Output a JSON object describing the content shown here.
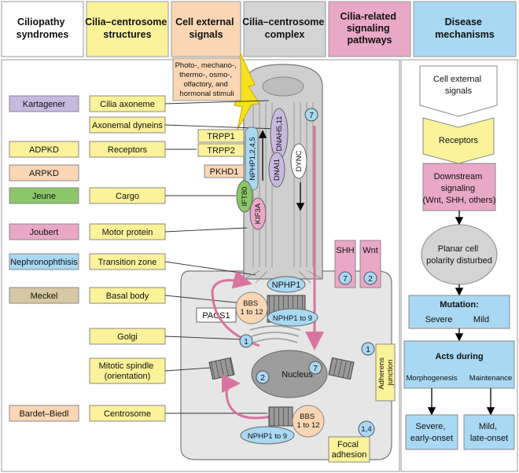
{
  "headers": {
    "ciliopathy_syndromes": [
      "Ciliopathy",
      "syndromes"
    ],
    "cilia_centrosome_structures": [
      "Cilia–centrosome",
      "structures"
    ],
    "cell_external_signals": [
      "Cell external",
      "signals"
    ],
    "cilia_centrosome_complex": [
      "Cilia–centrosome",
      "complex"
    ],
    "cilia_related_signaling_pathways": [
      "Cilia-related",
      "signaling",
      "pathways"
    ],
    "disease_mechanisms": [
      "Disease",
      "mechanisms"
    ]
  },
  "syndromes": [
    "Kartagener",
    "ADPKD",
    "ARPKD",
    "Jeune",
    "Joubert",
    "Nephronophthisis",
    "Meckel",
    "Bardet–Biedl"
  ],
  "structures": [
    "Cilia axoneme",
    "Axonemal dyneins",
    "Receptors",
    "Cargo",
    "Motor protein",
    "Transition zone",
    "Basal body",
    "Golgi",
    "Mitotic spindle",
    "(orientation)",
    "Centrosome"
  ],
  "stimuli_box": [
    "Photo-, mechano-,",
    "thermo-, osmo-,",
    "olfactory, and",
    "hormonal stimuli"
  ],
  "proteins": {
    "trpp1": "TRPP1",
    "trpp2": "TRPP2",
    "pkhd1": "PKHD1",
    "nphp_2_4_5": "NPHP1,2,4,5",
    "dnah5_11": "DNAH5,11",
    "dnai1": "DNAI1",
    "dync": "DYNC",
    "ift80": "IFT80",
    "kif3a": "KIF3A",
    "nphp1": "NPHP1",
    "bbs": [
      "BBS",
      "1 to 12"
    ],
    "pacs1": "PACS1",
    "nphp1_to_9": "NPHP1 to 9",
    "nucleus": "Nucleus"
  },
  "pathways": {
    "shh": "SHH",
    "wnt": "Wnt"
  },
  "junctions": {
    "adherens": [
      "Adherens",
      "junction"
    ],
    "focal": [
      "Focal",
      "adhesion"
    ]
  },
  "numbers": {
    "seven": "7",
    "two": "2",
    "one": "1",
    "one_four": "1,4"
  },
  "mechanisms": {
    "cell_external_signals": [
      "Cell external",
      "signals"
    ],
    "receptors": "Receptors",
    "downstream": [
      "Downstream",
      "signaling",
      "(Wnt, SHH, others)"
    ],
    "planar": [
      "Planar cell",
      "polarity disturbed"
    ],
    "mutation_title": "Mutation:",
    "mutation_severe": "Severe",
    "mutation_mild": "Mild",
    "acts_title": "Acts during",
    "acts_morpho": "Morphogenesis",
    "acts_maint": "Maintenance",
    "out_severe": [
      "Severe,",
      "early-onset"
    ],
    "out_mild": [
      "Mild,",
      "late-onset"
    ]
  },
  "colors": {
    "yellow": "#fbf29a",
    "orange": "#fbd6b4",
    "gray": "#d4d4d4",
    "pink": "#e9a8c8",
    "blue": "#a9d8f2",
    "lavender": "#c8b9e0",
    "green": "#8cc66a",
    "tan": "#d8c7a4",
    "cell": "#dcdcdc"
  }
}
